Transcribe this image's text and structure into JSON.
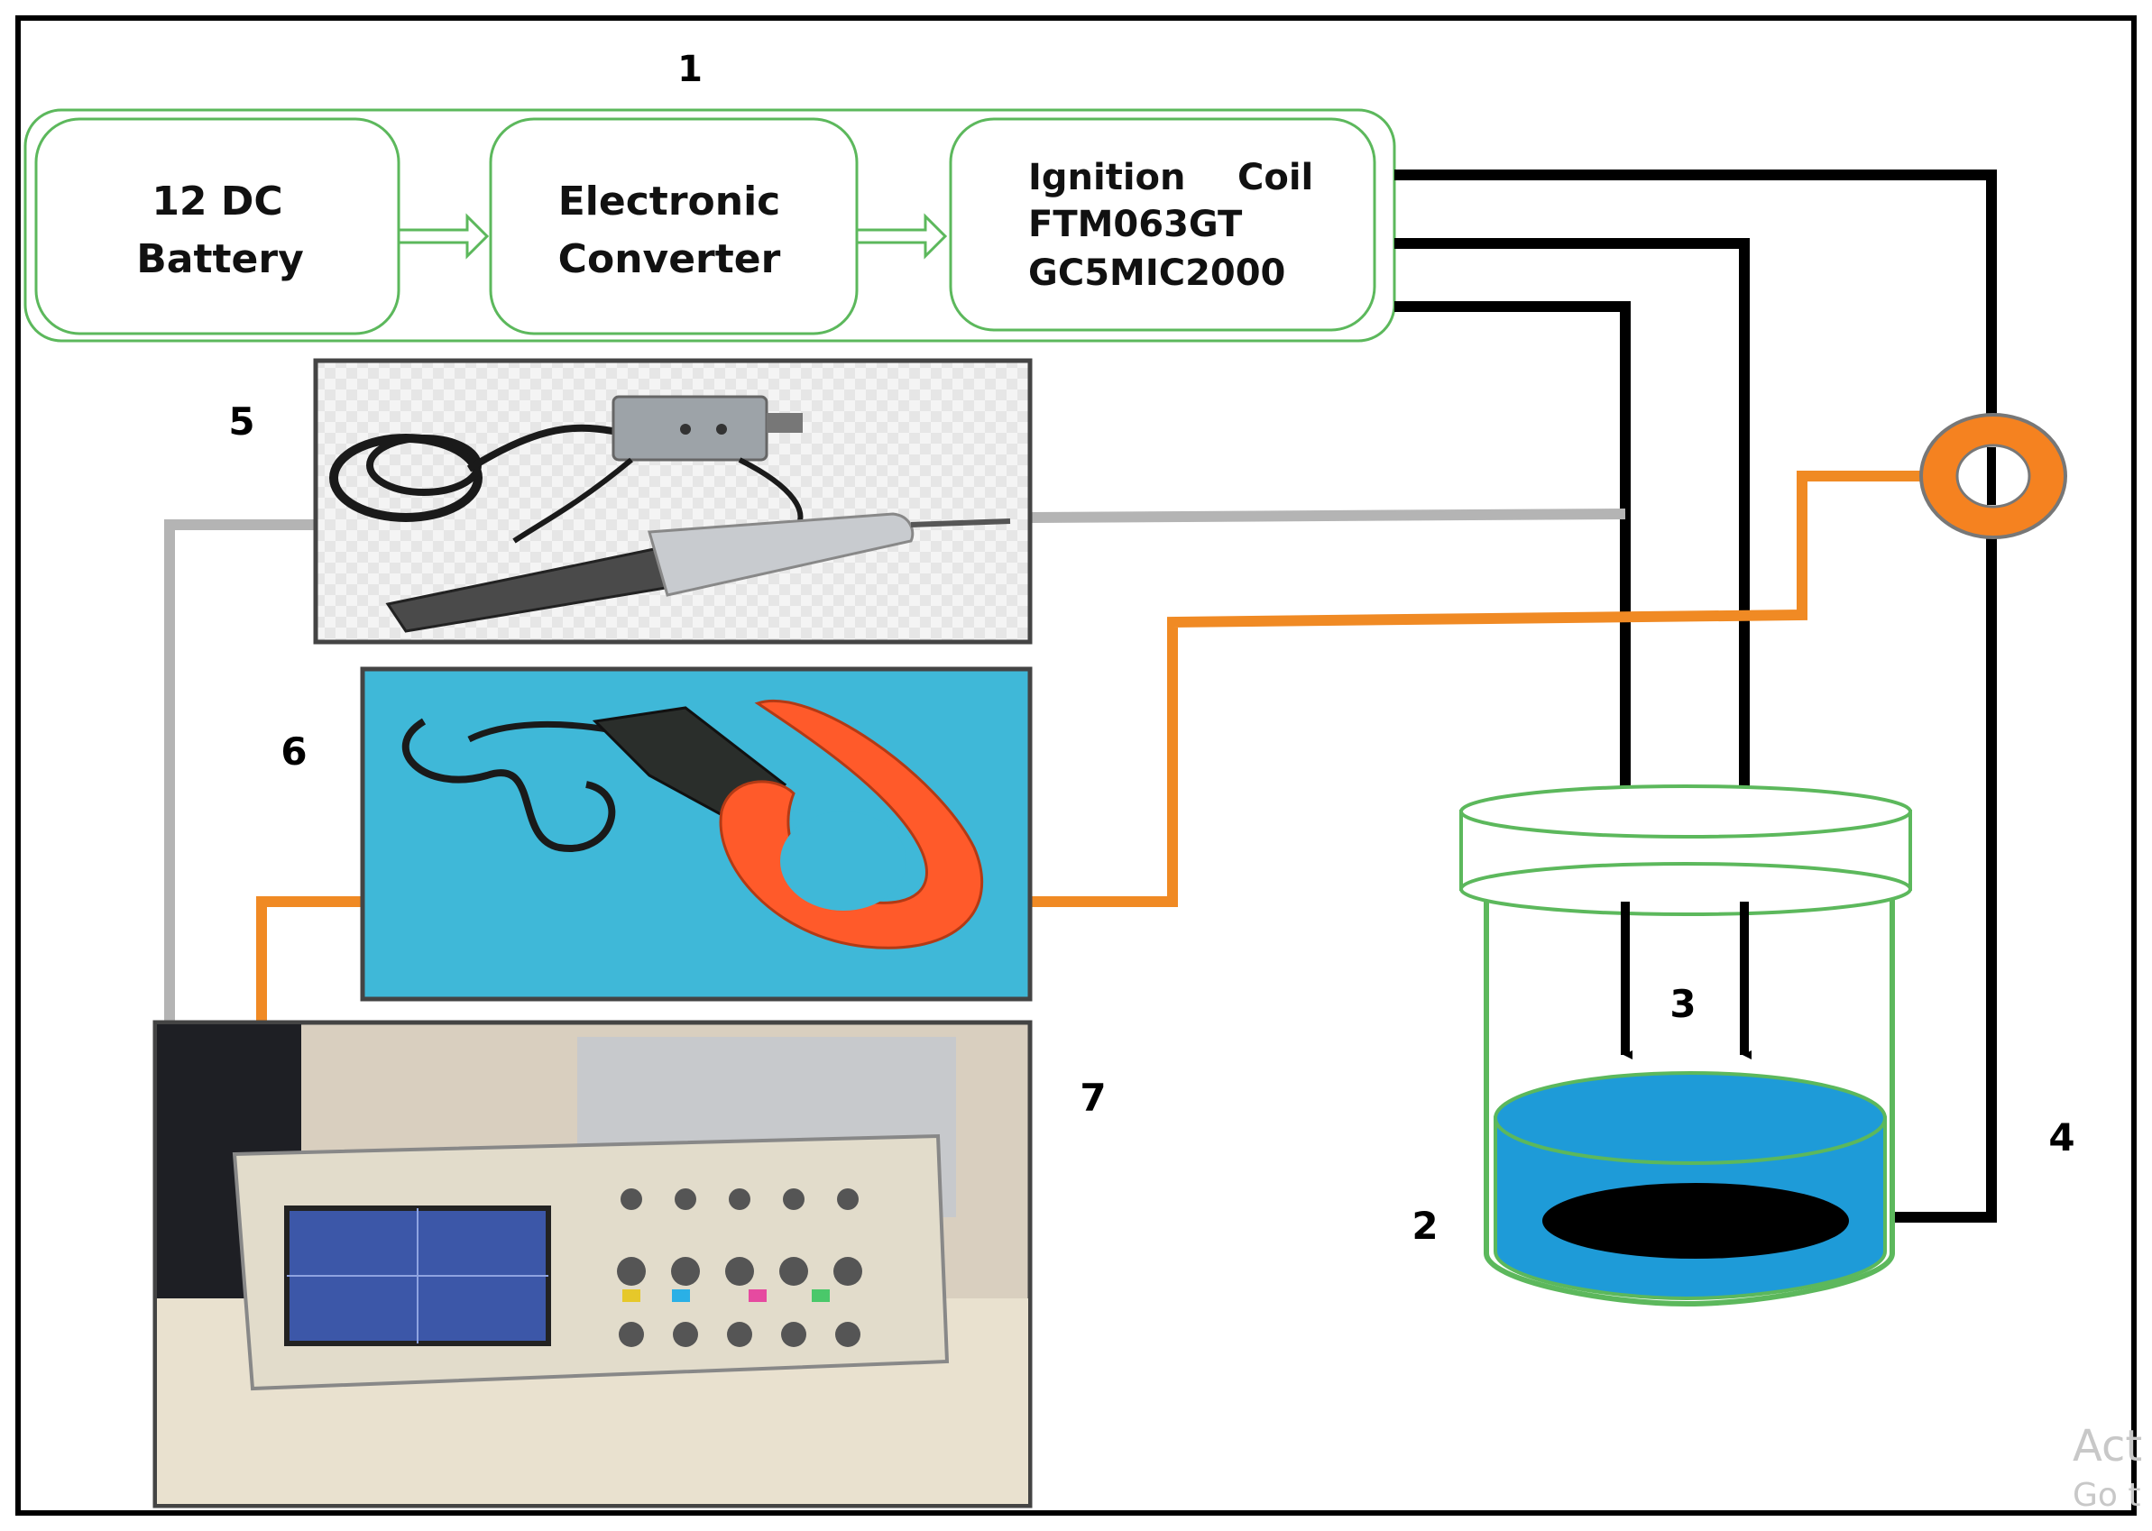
{
  "labels": {
    "system": "1",
    "electrode": "2",
    "electrodes_pair": "3",
    "ground_wire": "4",
    "voltage_probe": "5",
    "current_probe": "6",
    "oscilloscope": "7"
  },
  "blocks": {
    "battery": {
      "line1": "12 DC",
      "line2": "Battery"
    },
    "converter": {
      "line1": "Electronic",
      "line2": "Converter"
    },
    "ignition": {
      "line1a": "Ignition",
      "line1b": "Coil",
      "line2": "FTM063GT",
      "line3": "GC5MIC2000"
    }
  },
  "watermark": {
    "line1": "Act",
    "line2": "Go t"
  },
  "colors": {
    "block_border": "#5cb85c",
    "wire_black": "#000000",
    "wire_orange": "#f08a24",
    "wire_gray": "#b4b4b4",
    "liquid": "#1e9bd8",
    "clamp_orange": "#ff5a2a",
    "probe_panel_bg": "#3fb8d8"
  }
}
